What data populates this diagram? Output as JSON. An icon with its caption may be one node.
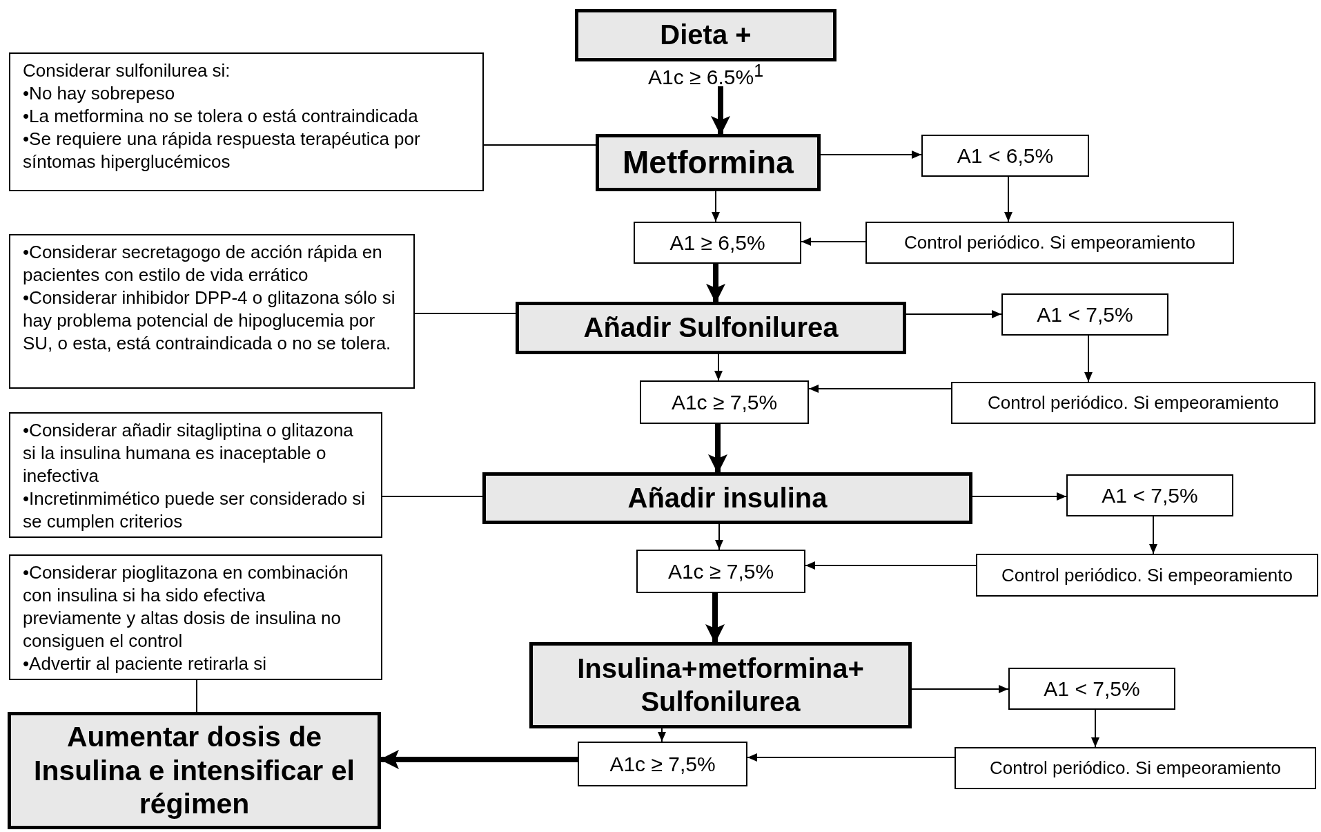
{
  "diagram": {
    "nodes": [
      {
        "text": [
          "Dieta +"
        ],
        "beside": [
          "A1c ≥ 6.5%$^{1}$"
        ]
      },
      {
        "text": [
          "Considerar sulfonilurea si:",
          "•No hay sobrepeso",
          "•La metformina no se tolera o está contraindicada",
          "•Se requiere una rápida respuesta terapéutica por síntomas hiperglucémicos"
        ]
      },
      {
        "text": [
          "Metformina"
        ]
      },
      {
        "text": [
          "A1 < 6,5%"
        ]
      },
      {
        "text": [
          "A1 ≥ 6,5%"
        ]
      },
      {
        "text": [
          "Control periódico. Si empeoramiento"
        ]
      },
      {
        "text": [
          "•Considerar secretagogo de acción rápida en pacientes con estilo de vida errático",
          "•Considerar inhibidor DPP-4 o glitazona sólo si hay problema potencial de hipoglucemia por SU, o esta, está contraindicada o no se tolera."
        ]
      },
      {
        "text": [
          "Añadir Sulfonilurea"
        ]
      },
      {
        "text": [
          "A1 < 7,5%"
        ]
      },
      {
        "text": [
          "A1c ≥ 7,5%"
        ]
      },
      {
        "text": [
          "Control periódico. Si empeoramiento"
        ]
      },
      {
        "text": [
          "•Considerar añadir sitagliptina o glitazona si la insulina humana es inaceptable o inefectiva",
          "•Incretinmimético puede ser considerado si se cumplen criterios"
        ]
      },
      {
        "text": [
          "Añadir insulina"
        ]
      },
      {
        "text": [
          "A1 < 7,5%"
        ]
      },
      {
        "text": [
          "A1c ≥ 7,5%"
        ]
      },
      {
        "text": [
          "Control periódico. Si empeoramiento"
        ]
      },
      {
        "text": [
          "•Considerar pioglitazona en combinación con insulina si ha sido efectiva previamente y altas dosis de insulina no consiguen el control",
          "•Advertir al paciente retirarla si"
        ]
      },
      {
        "text": [
          "Insulina+metformina+ Sulfonilurea"
        ]
      },
      {
        "text": [
          "A1 < 7,5%"
        ]
      },
      {
        "text": [
          "Aumentar dosis de Insulina e intensificar el régimen"
        ]
      },
      {
        "text": [
          "A1c ≥ 7,5%"
        ]
      },
      {
        "text": [
          "Control periódico. Si empeoramiento"
        ]
      }
    ],
    "edges": [
      {
        "from": 0,
        "to": 2,
        "arrow": "to",
        "style": "thick"
      },
      {
        "from": 1,
        "to": 2,
        "arrow": "none"
      },
      {
        "from": 2,
        "to": 3,
        "arrow": "to"
      },
      {
        "from": 2,
        "to": 4,
        "arrow": "to"
      },
      {
        "from": 3,
        "to": 5,
        "arrow": "to"
      },
      {
        "from": 5,
        "to": 4,
        "arrow": "to"
      },
      {
        "from": 4,
        "to": 7,
        "arrow": "to",
        "style": "thick"
      },
      {
        "from": 6,
        "to": 7,
        "arrow": "none"
      },
      {
        "from": 7,
        "to": 8,
        "arrow": "to"
      },
      {
        "from": 7,
        "to": 9,
        "arrow": "to"
      },
      {
        "from": 8,
        "to": 10,
        "arrow": "to"
      },
      {
        "from": 10,
        "to": 9,
        "arrow": "to"
      },
      {
        "from": 9,
        "to": 12,
        "arrow": "to",
        "style": "thick"
      },
      {
        "from": 11,
        "to": 12,
        "arrow": "none"
      },
      {
        "from": 12,
        "to": 13,
        "arrow": "to"
      },
      {
        "from": 12,
        "to": 14,
        "arrow": "to"
      },
      {
        "from": 13,
        "to": 15,
        "arrow": "to"
      },
      {
        "from": 15,
        "to": 14,
        "arrow": "to"
      },
      {
        "from": 14,
        "to": 17,
        "arrow": "to",
        "style": "thick"
      },
      {
        "from": 16,
        "to": 19,
        "arrow": "none"
      },
      {
        "from": 17,
        "to": 18,
        "arrow": "to"
      },
      {
        "from": 17,
        "to": 20,
        "arrow": "to"
      },
      {
        "from": 18,
        "to": 21,
        "arrow": "to"
      },
      {
        "from": 21,
        "to": 20,
        "arrow": "to"
      },
      {
        "from": 20,
        "to": 19,
        "arrow": "to",
        "style": "thick"
      }
    ]
  }
}
